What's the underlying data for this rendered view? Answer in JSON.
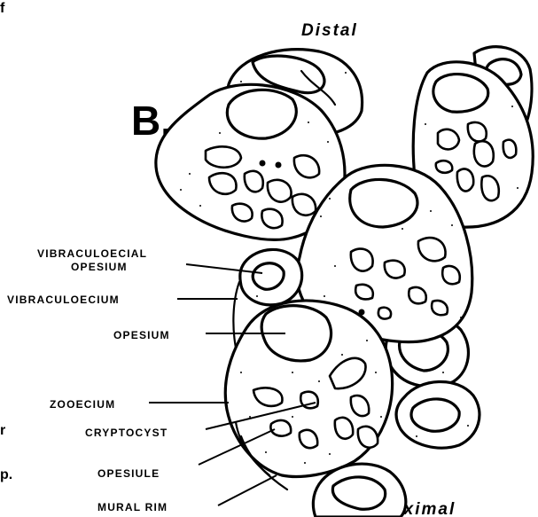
{
  "figure": {
    "panel_label": "B.",
    "orientation": {
      "top": "Distal",
      "bottom": "Proximal"
    },
    "labels": {
      "vibraculoecial_line1": "VIBRACULOECIAL",
      "vibraculoecial_line2": "OPESIUM",
      "vibraculoecium": "VIBRACULOECIUM",
      "opesium": "OPESIUM",
      "zooecium": "ZOOECIUM",
      "cryptocyst": "CRYPTOCYST",
      "opesiule": "OPESIULE",
      "mural_rim": "MURAL RIM"
    },
    "edge_fragments": [
      "f",
      "r",
      "p."
    ]
  }
}
